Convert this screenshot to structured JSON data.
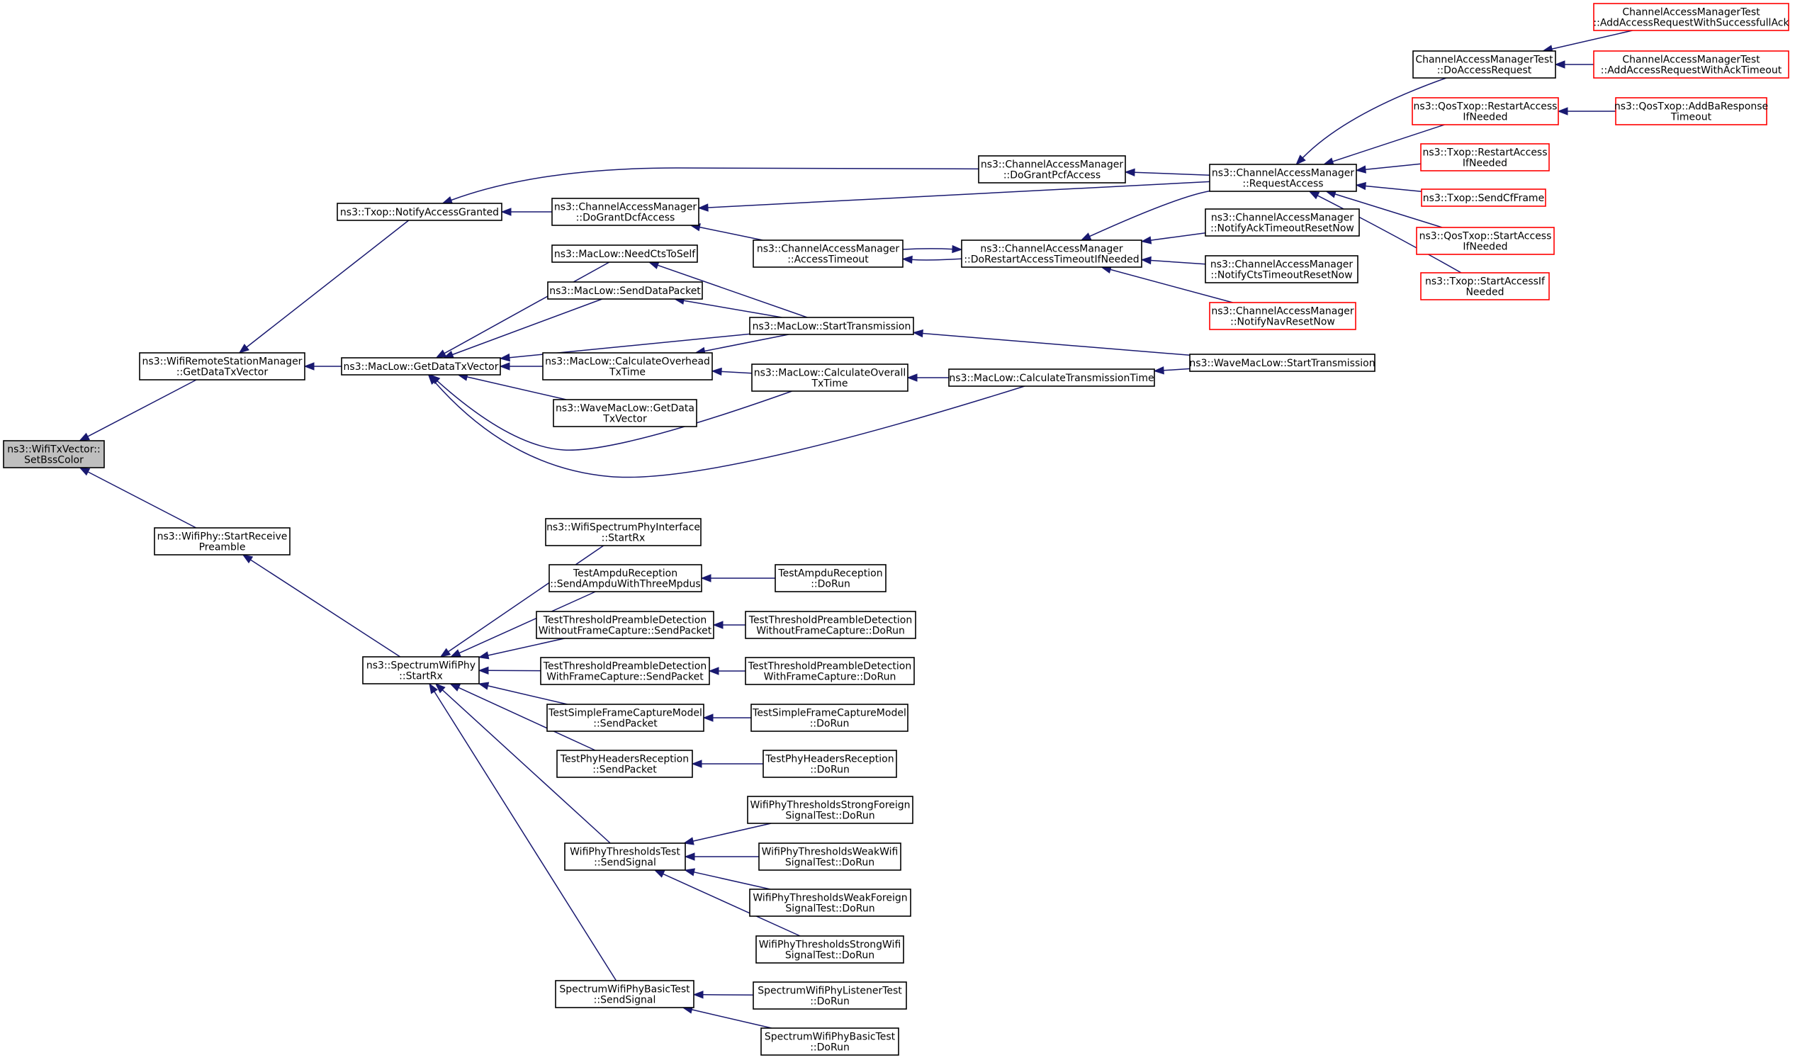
{
  "nodes": [
    {
      "id": "root",
      "lines": [
        "ns3::WifiTxVector::",
        "SetBssColor"
      ],
      "style": "root",
      "interactable": true
    },
    {
      "id": "rsm_getdatatx",
      "lines": [
        "ns3::WifiRemoteStationManager",
        "::GetDataTxVector"
      ],
      "style": "normal"
    },
    {
      "id": "phy_startreceive",
      "lines": [
        "ns3::WifiPhy::StartReceive",
        "Preamble"
      ],
      "style": "normal"
    },
    {
      "id": "txop_notify",
      "lines": [
        "ns3::Txop::NotifyAccessGranted"
      ],
      "style": "normal"
    },
    {
      "id": "maclow_getdatatx",
      "lines": [
        "ns3::MacLow::GetDataTxVector"
      ],
      "style": "normal"
    },
    {
      "id": "spectrum_startrx",
      "lines": [
        "ns3::SpectrumWifiPhy",
        "::StartRx"
      ],
      "style": "normal"
    },
    {
      "id": "cam_dogrant_dcf",
      "lines": [
        "ns3::ChannelAccessManager",
        "::DoGrantDcfAccess"
      ],
      "style": "normal"
    },
    {
      "id": "maclow_needcts",
      "lines": [
        "ns3::MacLow::NeedCtsToSelf"
      ],
      "style": "normal"
    },
    {
      "id": "maclow_senddata",
      "lines": [
        "ns3::MacLow::SendDataPacket"
      ],
      "style": "normal"
    },
    {
      "id": "maclow_calcoverhead",
      "lines": [
        "ns3::MacLow::CalculateOverhead",
        "TxTime"
      ],
      "style": "normal"
    },
    {
      "id": "wavemaclow_getdata",
      "lines": [
        "ns3::WaveMacLow::GetData",
        "TxVector"
      ],
      "style": "normal"
    },
    {
      "id": "spi_startrx",
      "lines": [
        "ns3::WifiSpectrumPhyInterface",
        "::StartRx"
      ],
      "style": "normal"
    },
    {
      "id": "ampdu_send",
      "lines": [
        "TestAmpduReception",
        "::SendAmpduWithThreeMpdus"
      ],
      "style": "normal"
    },
    {
      "id": "thr_nofc_send",
      "lines": [
        "TestThresholdPreambleDetection",
        "WithoutFrameCapture::SendPacket"
      ],
      "style": "normal"
    },
    {
      "id": "thr_fc_send",
      "lines": [
        "TestThresholdPreambleDetection",
        "WithFrameCapture::SendPacket"
      ],
      "style": "normal"
    },
    {
      "id": "sfc_send",
      "lines": [
        "TestSimpleFrameCaptureModel",
        "::SendPacket"
      ],
      "style": "normal"
    },
    {
      "id": "phyhdr_send",
      "lines": [
        "TestPhyHeadersReception",
        "::SendPacket"
      ],
      "style": "normal"
    },
    {
      "id": "thrtest_send",
      "lines": [
        "WifiPhyThresholdsTest",
        "::SendSignal"
      ],
      "style": "normal"
    },
    {
      "id": "swpbasic_send",
      "lines": [
        "SpectrumWifiPhyBasicTest",
        "::SendSignal"
      ],
      "style": "normal"
    },
    {
      "id": "cam_dogrant_pcf",
      "lines": [
        "ns3::ChannelAccessManager",
        "::DoGrantPcfAccess"
      ],
      "style": "normal"
    },
    {
      "id": "cam_accesstimeout",
      "lines": [
        "ns3::ChannelAccessManager",
        "::AccessTimeout"
      ],
      "style": "normal"
    },
    {
      "id": "maclow_starttx",
      "lines": [
        "ns3::MacLow::StartTransmission"
      ],
      "style": "normal"
    },
    {
      "id": "maclow_calcoverall",
      "lines": [
        "ns3::MacLow::CalculateOverall",
        "TxTime"
      ],
      "style": "normal"
    },
    {
      "id": "maclow_calctxtime",
      "lines": [
        "ns3::MacLow::CalculateTransmissionTime"
      ],
      "style": "normal"
    },
    {
      "id": "ampdu_dorun",
      "lines": [
        "TestAmpduReception",
        "::DoRun"
      ],
      "style": "normal"
    },
    {
      "id": "thr_nofc_dorun",
      "lines": [
        "TestThresholdPreambleDetection",
        "WithoutFrameCapture::DoRun"
      ],
      "style": "normal"
    },
    {
      "id": "thr_fc_dorun",
      "lines": [
        "TestThresholdPreambleDetection",
        "WithFrameCapture::DoRun"
      ],
      "style": "normal"
    },
    {
      "id": "sfc_dorun",
      "lines": [
        "TestSimpleFrameCaptureModel",
        "::DoRun"
      ],
      "style": "normal"
    },
    {
      "id": "phyhdr_dorun",
      "lines": [
        "TestPhyHeadersReception",
        "::DoRun"
      ],
      "style": "normal"
    },
    {
      "id": "thr_strongforeign",
      "lines": [
        "WifiPhyThresholdsStrongForeign",
        "SignalTest::DoRun"
      ],
      "style": "normal"
    },
    {
      "id": "thr_weakwifi",
      "lines": [
        "WifiPhyThresholdsWeakWifi",
        "SignalTest::DoRun"
      ],
      "style": "normal"
    },
    {
      "id": "thr_weakforeign",
      "lines": [
        "WifiPhyThresholdsWeakForeign",
        "SignalTest::DoRun"
      ],
      "style": "normal"
    },
    {
      "id": "thr_strongwifi",
      "lines": [
        "WifiPhyThresholdsStrongWifi",
        "SignalTest::DoRun"
      ],
      "style": "normal"
    },
    {
      "id": "swplistener_dorun",
      "lines": [
        "SpectrumWifiPhyListenerTest",
        "::DoRun"
      ],
      "style": "normal"
    },
    {
      "id": "swpbasic_dorun",
      "lines": [
        "SpectrumWifiPhyBasicTest",
        "::DoRun"
      ],
      "style": "normal"
    },
    {
      "id": "cam_dorestart",
      "lines": [
        "ns3::ChannelAccessManager",
        "::DoRestartAccessTimeoutIfNeeded"
      ],
      "style": "normal"
    },
    {
      "id": "cam_requestaccess",
      "lines": [
        "ns3::ChannelAccessManager",
        "::RequestAccess"
      ],
      "style": "normal"
    },
    {
      "id": "cam_notifyack",
      "lines": [
        "ns3::ChannelAccessManager",
        "::NotifyAckTimeoutResetNow"
      ],
      "style": "normal"
    },
    {
      "id": "cam_notifycts",
      "lines": [
        "ns3::ChannelAccessManager",
        "::NotifyCtsTimeoutResetNow"
      ],
      "style": "normal"
    },
    {
      "id": "cam_notifynav",
      "lines": [
        "ns3::ChannelAccessManager",
        "::NotifyNavResetNow"
      ],
      "style": "red"
    },
    {
      "id": "wavemaclow_starttx",
      "lines": [
        "ns3::WaveMacLow::StartTransmission"
      ],
      "style": "normal"
    },
    {
      "id": "camtest_doaccess",
      "lines": [
        "ChannelAccessManagerTest",
        "::DoAccessRequest"
      ],
      "style": "normal"
    },
    {
      "id": "qostxop_restart",
      "lines": [
        "ns3::QosTxop::RestartAccess",
        "IfNeeded"
      ],
      "style": "red"
    },
    {
      "id": "txop_restart",
      "lines": [
        "ns3::Txop::RestartAccess",
        "IfNeeded"
      ],
      "style": "red"
    },
    {
      "id": "txop_sendcf",
      "lines": [
        "ns3::Txop::SendCfFrame"
      ],
      "style": "red"
    },
    {
      "id": "qostxop_startaccess",
      "lines": [
        "ns3::QosTxop::StartAccess",
        "IfNeeded"
      ],
      "style": "red"
    },
    {
      "id": "txop_startaccess",
      "lines": [
        "ns3::Txop::StartAccessIf",
        "Needed"
      ],
      "style": "red"
    },
    {
      "id": "camtest_addsuccess",
      "lines": [
        "ChannelAccessManagerTest",
        "::AddAccessRequestWithSuccessfullAck"
      ],
      "style": "red"
    },
    {
      "id": "camtest_addack",
      "lines": [
        "ChannelAccessManagerTest",
        "::AddAccessRequestWithAckTimeout"
      ],
      "style": "red"
    },
    {
      "id": "qostxop_addba",
      "lines": [
        "ns3::QosTxop::AddBaResponse",
        "Timeout"
      ],
      "style": "red"
    }
  ],
  "edges": [
    [
      "rsm_getdatatx",
      "root"
    ],
    [
      "phy_startreceive",
      "root"
    ],
    [
      "txop_notify",
      "rsm_getdatatx"
    ],
    [
      "maclow_getdatatx",
      "rsm_getdatatx"
    ],
    [
      "spectrum_startrx",
      "phy_startreceive"
    ],
    [
      "cam_dogrant_dcf",
      "txop_notify"
    ],
    [
      "cam_dogrant_pcf",
      "txop_notify"
    ],
    [
      "maclow_needcts",
      "maclow_getdatatx"
    ],
    [
      "maclow_senddata",
      "maclow_getdatatx"
    ],
    [
      "maclow_starttx",
      "maclow_getdatatx"
    ],
    [
      "maclow_calcoverhead",
      "maclow_getdatatx"
    ],
    [
      "wavemaclow_getdata",
      "maclow_getdatatx"
    ],
    [
      "maclow_calcoverall",
      "maclow_getdatatx"
    ],
    [
      "maclow_calctxtime",
      "maclow_getdatatx"
    ],
    [
      "spi_startrx",
      "spectrum_startrx"
    ],
    [
      "ampdu_send",
      "spectrum_startrx"
    ],
    [
      "thr_nofc_send",
      "spectrum_startrx"
    ],
    [
      "thr_fc_send",
      "spectrum_startrx"
    ],
    [
      "sfc_send",
      "spectrum_startrx"
    ],
    [
      "phyhdr_send",
      "spectrum_startrx"
    ],
    [
      "thrtest_send",
      "spectrum_startrx"
    ],
    [
      "swpbasic_send",
      "spectrum_startrx"
    ],
    [
      "cam_accesstimeout",
      "cam_dogrant_dcf"
    ],
    [
      "cam_requestaccess",
      "cam_dogrant_dcf"
    ],
    [
      "maclow_starttx",
      "maclow_needcts"
    ],
    [
      "maclow_starttx",
      "maclow_senddata"
    ],
    [
      "maclow_starttx",
      "maclow_calcoverhead"
    ],
    [
      "maclow_calcoverall",
      "maclow_calcoverhead"
    ],
    [
      "ampdu_dorun",
      "ampdu_send"
    ],
    [
      "thr_nofc_dorun",
      "thr_nofc_send"
    ],
    [
      "thr_fc_dorun",
      "thr_fc_send"
    ],
    [
      "sfc_dorun",
      "sfc_send"
    ],
    [
      "phyhdr_dorun",
      "phyhdr_send"
    ],
    [
      "thr_strongforeign",
      "thrtest_send"
    ],
    [
      "thr_weakwifi",
      "thrtest_send"
    ],
    [
      "thr_weakforeign",
      "thrtest_send"
    ],
    [
      "thr_strongwifi",
      "thrtest_send"
    ],
    [
      "swplistener_dorun",
      "swpbasic_send"
    ],
    [
      "swpbasic_dorun",
      "swpbasic_send"
    ],
    [
      "cam_requestaccess",
      "cam_dogrant_pcf"
    ],
    [
      "cam_dorestart",
      "cam_accesstimeout"
    ],
    [
      "cam_accesstimeout",
      "cam_dorestart"
    ],
    [
      "wavemaclow_starttx",
      "maclow_starttx"
    ],
    [
      "maclow_calctxtime",
      "maclow_calcoverall"
    ],
    [
      "wavemaclow_starttx",
      "maclow_calctxtime"
    ],
    [
      "cam_requestaccess",
      "cam_dorestart"
    ],
    [
      "cam_notifyack",
      "cam_dorestart"
    ],
    [
      "cam_notifycts",
      "cam_dorestart"
    ],
    [
      "cam_notifynav",
      "cam_dorestart"
    ],
    [
      "camtest_doaccess",
      "cam_requestaccess"
    ],
    [
      "qostxop_restart",
      "cam_requestaccess"
    ],
    [
      "txop_restart",
      "cam_requestaccess"
    ],
    [
      "txop_sendcf",
      "cam_requestaccess"
    ],
    [
      "qostxop_startaccess",
      "cam_requestaccess"
    ],
    [
      "txop_startaccess",
      "cam_requestaccess"
    ],
    [
      "camtest_addsuccess",
      "camtest_doaccess"
    ],
    [
      "camtest_addack",
      "camtest_doaccess"
    ],
    [
      "qostxop_addba",
      "qostxop_restart"
    ]
  ],
  "colors": {
    "edge": "#191970",
    "node_border": "#000000",
    "node_border_red": "#ff0000",
    "root_fill": "#bfbfbf",
    "background": "#ffffff"
  }
}
